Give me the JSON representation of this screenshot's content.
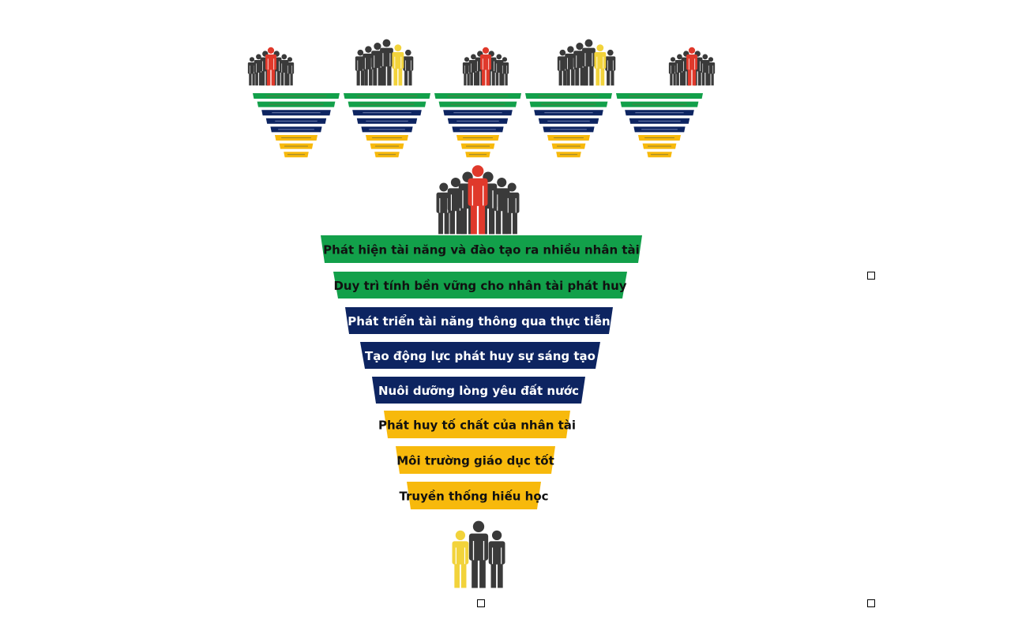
{
  "funnel": {
    "levels": [
      {
        "label": "Phát hiện tài năng và đào tạo ra nhiều nhân tài",
        "color": "#12a04a",
        "text_color": "#111111"
      },
      {
        "label": "Duy trì tính bền vững cho nhân tài phát huy",
        "color": "#12a04a",
        "text_color": "#111111"
      },
      {
        "label": "Phát triển tài năng thông qua thực tiễn",
        "color": "#0d2461",
        "text_color": "#ffffff"
      },
      {
        "label": "Tạo động lực phát huy sự sáng tạo",
        "color": "#0d2461",
        "text_color": "#ffffff"
      },
      {
        "label": "Nuôi dưỡng lòng yêu đất nước",
        "color": "#0d2461",
        "text_color": "#ffffff"
      },
      {
        "label": "Phát huy tố chất của nhân tài",
        "color": "#f7b90c",
        "text_color": "#111111"
      },
      {
        "label": "Môi trường giáo dục tốt",
        "color": "#f7b90c",
        "text_color": "#111111"
      },
      {
        "label": "Truyền thống hiếu học",
        "color": "#f7b90c",
        "text_color": "#111111"
      }
    ]
  },
  "icons": {
    "top_groups": [
      "people-group-red-icon",
      "people-group-yellow-icon",
      "people-group-red-icon",
      "people-group-yellow-icon",
      "people-group-red-icon"
    ],
    "center_group": "people-group-red-icon",
    "bottom_group": "people-group-yellow-icon"
  },
  "colors": {
    "person_dark": "#3a3a3a",
    "person_red": "#e0392b",
    "person_yellow": "#f2d33b"
  }
}
